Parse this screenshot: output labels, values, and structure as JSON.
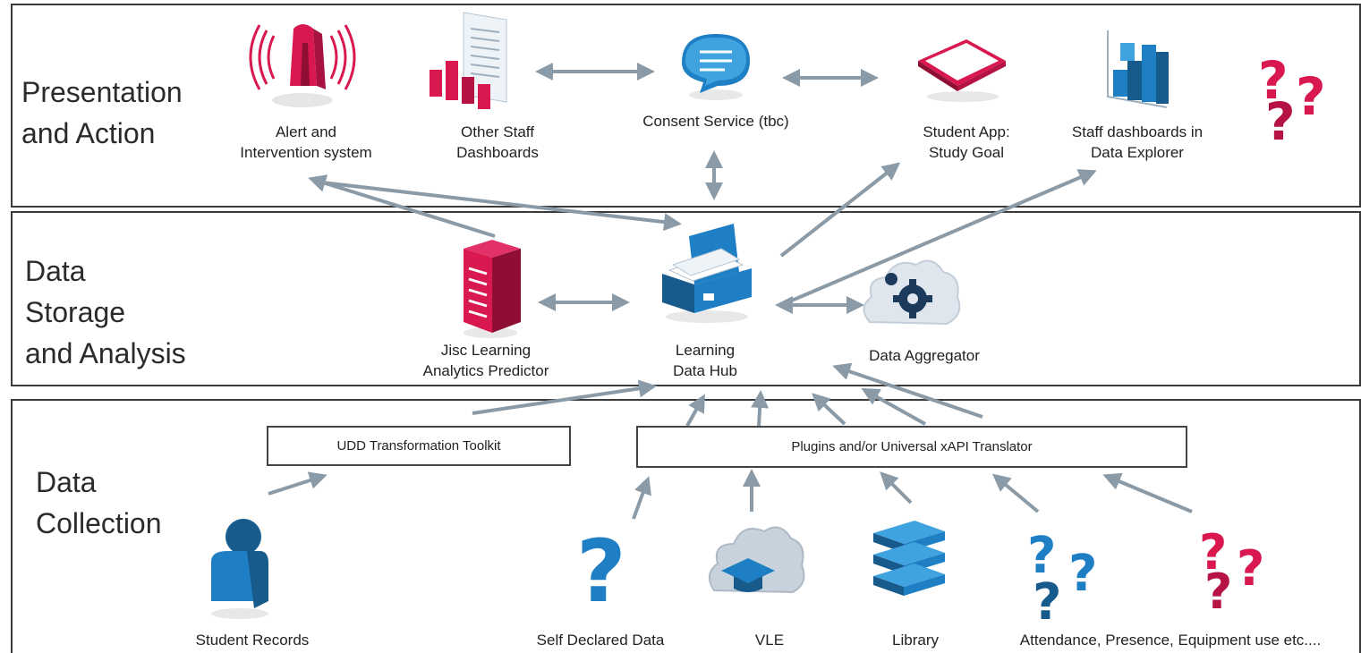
{
  "layers": {
    "presentation": "Presentation\nand Action",
    "storage": "Data\nStorage\nand Analysis",
    "collection": "Data\nCollection"
  },
  "nodes": {
    "alert": "Alert and\nIntervention system",
    "other_staff": "Other Staff\nDashboards",
    "consent": "Consent Service (tbc)",
    "student_app": "Student App:\nStudy Goal",
    "staff_dash": "Staff dashboards in\nData Explorer",
    "predictor": "Jisc Learning\nAnalytics Predictor",
    "hub": "Learning\nData Hub",
    "aggregator": "Data Aggregator",
    "student_records": "Student Records",
    "self_declared": "Self Declared Data",
    "vle": "VLE",
    "library": "Library",
    "attendance": "Attendance, Presence, Equipment use etc...."
  },
  "boxes": {
    "udd": "UDD Transformation Toolkit",
    "plugins": "Plugins and/or Universal xAPI Translator"
  },
  "colors": {
    "accent_red": "#d9184f",
    "accent_blue": "#1e7fc4",
    "dark_blue": "#175a8c",
    "arrow": "#8a9aa6"
  },
  "icons": [
    "alarm-icon",
    "bar-chart-document-icon",
    "speech-bubble-icon",
    "tablet-icon",
    "cube-chart-icon",
    "question-marks-red-icon",
    "server-icon",
    "briefcase-hub-icon",
    "cloud-gear-icon",
    "person-icon",
    "question-mark-icon",
    "cloud-mortarboard-icon",
    "books-icon",
    "question-marks-blue-icon"
  ]
}
